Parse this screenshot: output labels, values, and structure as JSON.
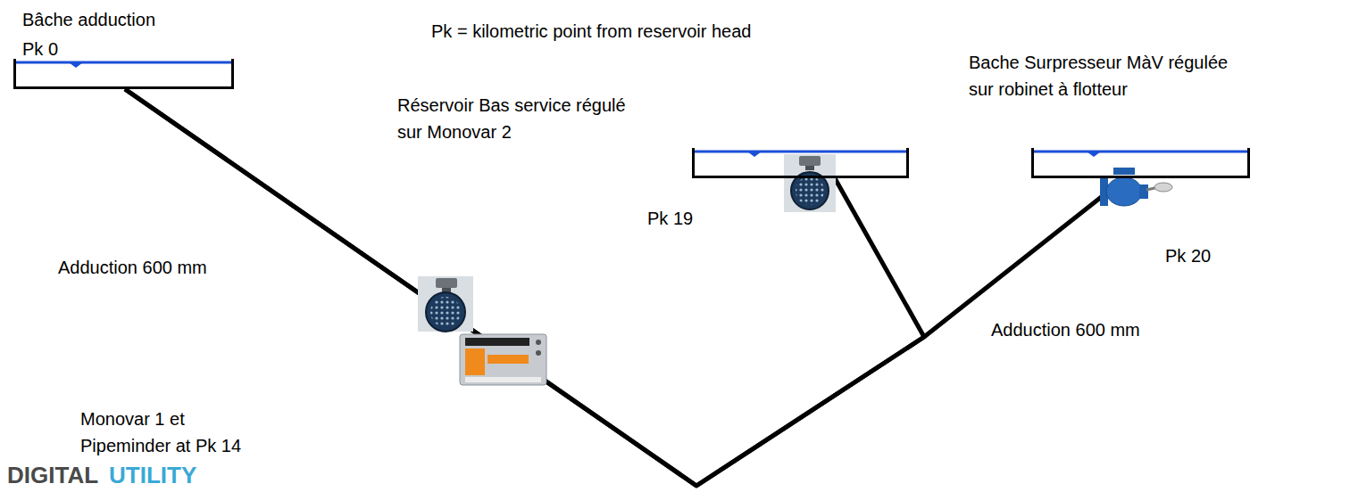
{
  "diagram": {
    "nodes": [
      {
        "text": [
          "Bâche adduction",
          "Pk 0"
        ]
      },
      {
        "text": [
          "Réservoir Bas service régulé sur Monovar 2",
          "Pk 19"
        ]
      },
      {
        "text": [
          "Bache Surpresseur MàV régulée sur robinet à flotteur",
          "Pk 20"
        ]
      }
    ],
    "edges": [
      {
        "from": 0,
        "to": 1,
        "arrow": "none"
      },
      {
        "from": 0,
        "to": 2,
        "arrow": "none"
      }
    ],
    "labels": [
      "Pk = kilometric point from reservoir head",
      "Adduction 600 mm",
      "Monovar 1 et Pipeminder at Pk 14",
      "Adduction 600 mm",
      "DIGITAL",
      "UTILITY"
    ]
  }
}
